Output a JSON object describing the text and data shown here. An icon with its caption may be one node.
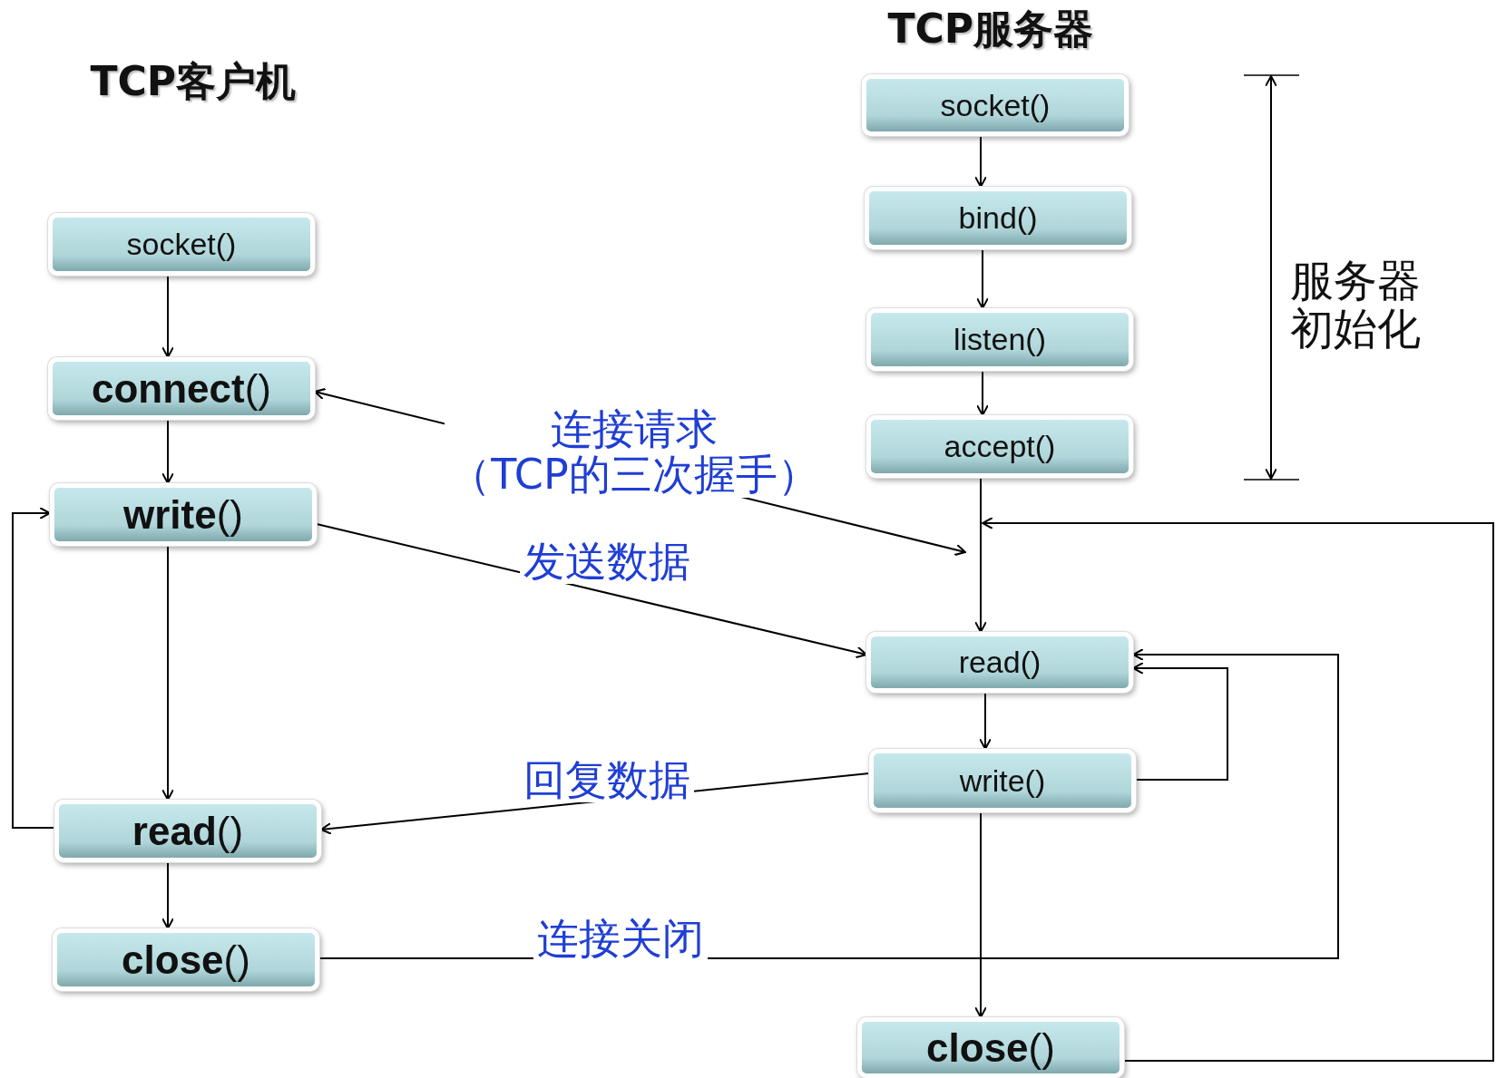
{
  "diagram": {
    "nodes": [
      {
        "text": [
          "socket()"
        ]
      },
      {
        "text": [
          "**connect**()"
        ]
      },
      {
        "text": [
          "**write**()"
        ]
      },
      {
        "text": [
          "**read**()"
        ]
      },
      {
        "text": [
          "**close**()"
        ]
      },
      {
        "text": [
          "socket()"
        ]
      },
      {
        "text": [
          "bind()"
        ]
      },
      {
        "text": [
          "listen()"
        ]
      },
      {
        "text": [
          "accept()"
        ]
      },
      {
        "text": [
          "read()"
        ]
      },
      {
        "text": [
          "write()"
        ]
      },
      {
        "text": [
          "**close**()"
        ]
      }
    ],
    "edges": [
      {
        "from": 0,
        "to": 1,
        "arrow": "to"
      },
      {
        "from": 1,
        "to": 2,
        "arrow": "to"
      },
      {
        "from": 2,
        "to": 3,
        "arrow": "to"
      },
      {
        "from": 3,
        "to": 4,
        "arrow": "to"
      },
      {
        "from": 3,
        "to": 2,
        "arrow": "to"
      },
      {
        "from": 5,
        "to": 6,
        "arrow": "to"
      },
      {
        "from": 6,
        "to": 7,
        "arrow": "to"
      },
      {
        "from": 7,
        "to": 8,
        "arrow": "to"
      },
      {
        "from": 8,
        "to": 9,
        "arrow": "to"
      },
      {
        "from": 9,
        "to": 10,
        "arrow": "to"
      },
      {
        "from": 10,
        "to": 9,
        "arrow": "to"
      },
      {
        "from": 10,
        "to": 11,
        "arrow": "to"
      },
      {
        "from": 2,
        "to": 9,
        "arrow": "to",
        "label": "发送数据"
      },
      {
        "from": 10,
        "to": 3,
        "arrow": "to",
        "label": "回复数据"
      },
      {
        "from": 4,
        "to": 9,
        "arrow": "to",
        "label": "连接关闭"
      },
      {
        "from": 1,
        "to": null,
        "arrow": "both",
        "label": "连接请求（TCP的三次握手）"
      },
      {
        "from": 11,
        "to": null,
        "arrow": "to"
      }
    ],
    "labels": [
      "TCP服务器",
      "TCP客户机",
      "服务器初始化"
    ]
  }
}
